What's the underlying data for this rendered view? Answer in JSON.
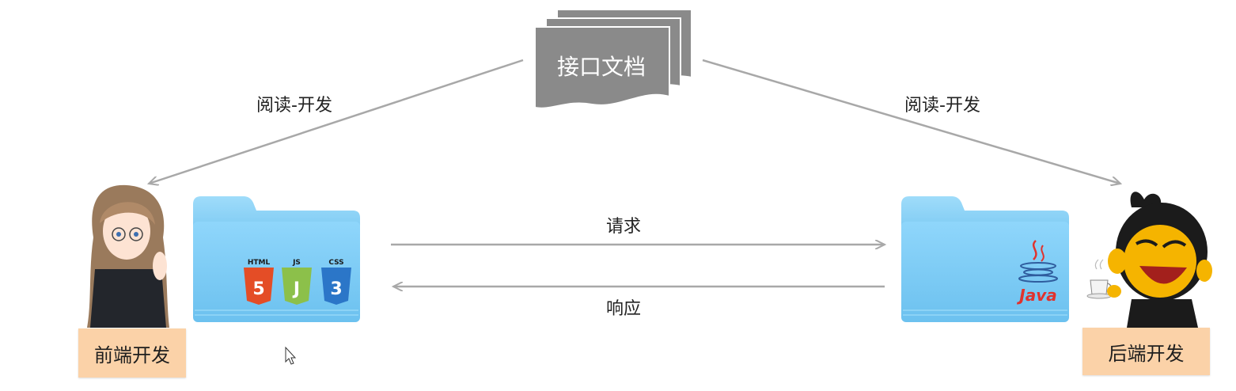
{
  "doc": {
    "label": "接口文档",
    "color": "#8a8a8a"
  },
  "arrows": {
    "read_left_label": "阅读-开发",
    "read_right_label": "阅读-开发",
    "request_label": "请求",
    "response_label": "响应",
    "color": "#a8a8a8"
  },
  "frontend": {
    "label": "前端开发",
    "folder_badges": [
      "HTML",
      "JS",
      "CSS"
    ],
    "html_color": "#e44d26",
    "js_color": "#8cc04a",
    "css_color": "#2b76c8"
  },
  "backend": {
    "label": "后端开发",
    "java_text": "Java",
    "java_color": "#e0322d"
  },
  "folder_color": "#7fd0f5",
  "role_box_color": "#fbd2a8"
}
